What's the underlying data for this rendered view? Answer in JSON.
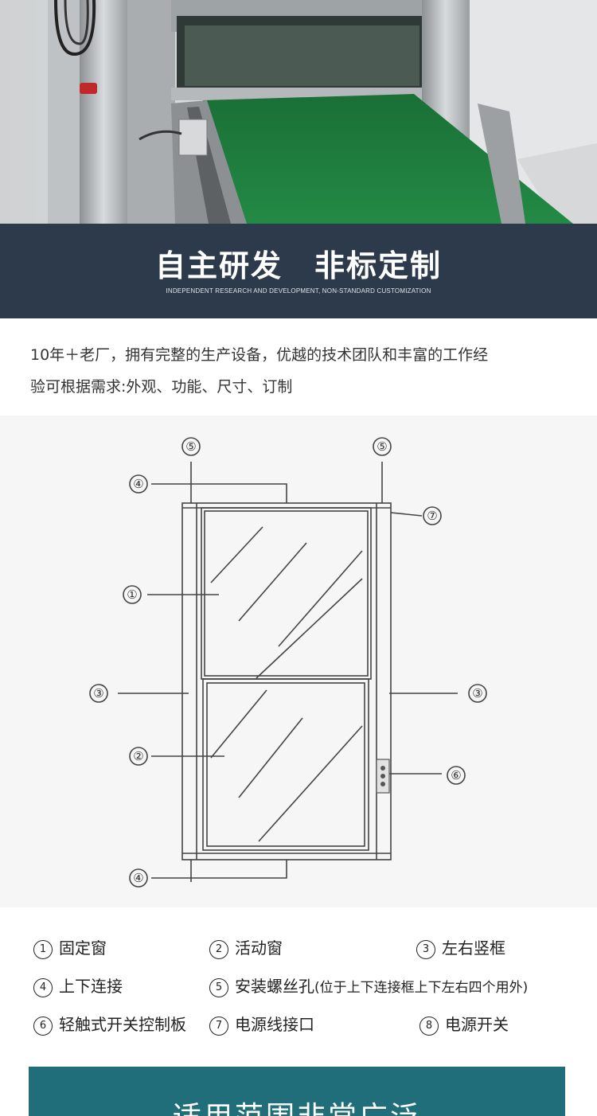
{
  "banner": {
    "title": "自主研发　非标定制",
    "subtitle": "INDEPENDENT RESEARCH AND DEVELOPMENT, NON-STANDARD CUSTOMIZATION"
  },
  "intro": {
    "lines": [
      "10年＋老厂，拥有完整的生产设备，优越的技术团队和丰富的工作经",
      "验可根据需求:外观、功能、尺寸、订制"
    ]
  },
  "diagram": {
    "callouts": [
      "⑤",
      "⑤",
      "④",
      "⑦",
      "①",
      "③",
      "③",
      "②",
      "⑥",
      "④"
    ]
  },
  "legend": {
    "items": [
      {
        "num": "1",
        "label": "固定窗"
      },
      {
        "num": "2",
        "label": "活动窗"
      },
      {
        "num": "3",
        "label": "左右竖框"
      },
      {
        "num": "4",
        "label": "上下连接"
      },
      {
        "num": "5",
        "label": "安装螺丝孔",
        "note": "(位于上下连接框上下左右四个用外)"
      },
      {
        "num": "6",
        "label": "轻触式开关控制板"
      },
      {
        "num": "7",
        "label": "电源线接口"
      },
      {
        "num": "8",
        "label": "电源开关"
      }
    ]
  },
  "bottom_banner": {
    "title": "适用范围非常广泛"
  },
  "colors": {
    "banner_bg": "#2d3a4b",
    "bottom_banner_bg": "#206e7a",
    "belt_green": "#1e7a3c"
  }
}
